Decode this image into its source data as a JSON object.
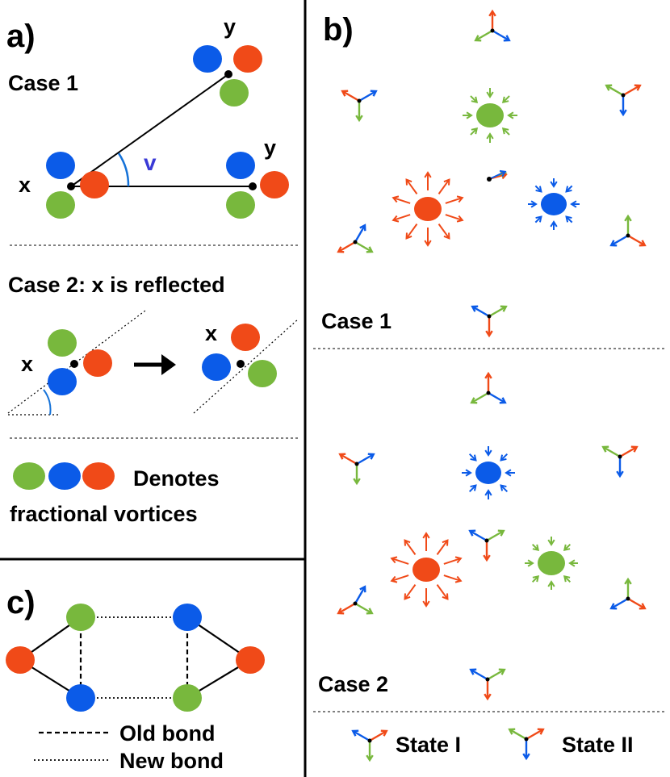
{
  "colors": {
    "green": "#78b83d",
    "blue": "#0b5be8",
    "red": "#f04a18",
    "angle": "#1572d8",
    "angle_label": "#3a3ad6"
  },
  "panel_a": {
    "label": "a)",
    "case1": "Case 1",
    "case2": "Case 2: x is reflected",
    "x1": "x",
    "y1": "y",
    "y2": "y",
    "angle": "v",
    "x2": "x",
    "x3": "x",
    "legend_line1": "Denotes",
    "legend_line2": "fractional vortices"
  },
  "panel_b": {
    "label": "b)",
    "case1": "Case 1",
    "case2": "Case 2",
    "state1": "State I",
    "state2": "State II"
  },
  "panel_c": {
    "label": "c)",
    "old_bond": "Old bond",
    "new_bond": "New bond"
  }
}
